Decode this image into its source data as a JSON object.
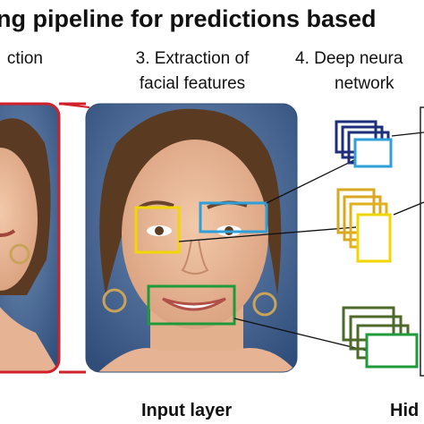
{
  "title": "ng pipeline for predictions based",
  "steps": {
    "step2_partial": "ction",
    "step3": {
      "line1": "3. Extraction of",
      "line2": "facial features"
    },
    "step4": {
      "line1": "4. Deep neura",
      "line2": "network"
    }
  },
  "layers": {
    "input": "Input layer",
    "hidden_partial": "Hid"
  },
  "colors": {
    "crop_frame": "#d0202a",
    "eye_left_box": "#f2d600",
    "eye_right_box": "#2e9fd8",
    "mouth_box": "#1e9a3a",
    "navy_stack": "#1c2f78",
    "gold_stack": "#e0b020",
    "olive_stack": "#4d6a2a",
    "photo_bg": "#3f5f8a"
  }
}
